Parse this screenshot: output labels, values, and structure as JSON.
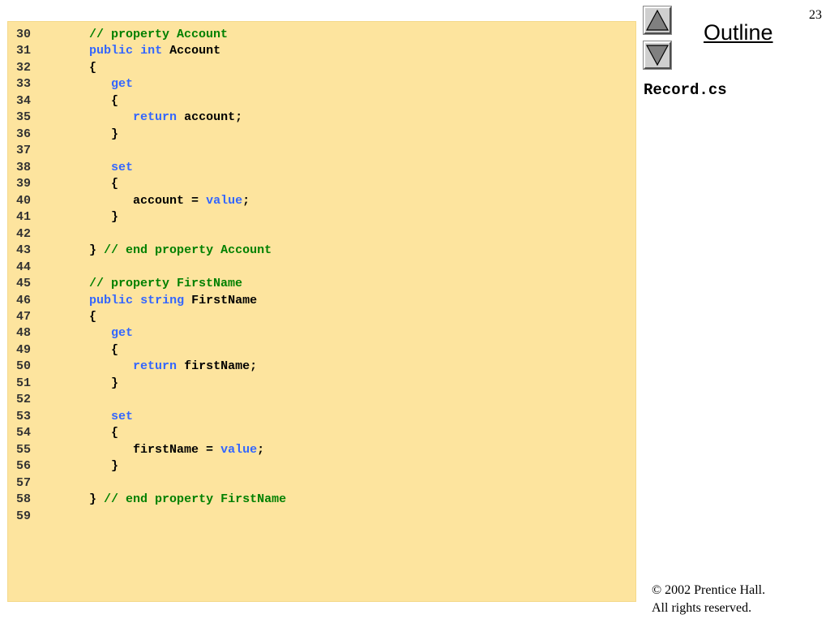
{
  "page_number": "23",
  "outline_label": "Outline",
  "file_name": "Record.cs",
  "copyright": {
    "line1": "© 2002 Prentice Hall.",
    "line2": "All rights reserved."
  },
  "icons": {
    "prev": "triangle-up-icon",
    "next": "triangle-down-icon"
  },
  "colors": {
    "code_background": "#fde49e",
    "keyword": "#3366ff",
    "comment": "#008000",
    "identifier": "#000000",
    "line_number": "#333333"
  },
  "code_lines": [
    {
      "n": "30",
      "indent": 1,
      "tokens": [
        {
          "t": "cm",
          "v": "// property Account"
        }
      ]
    },
    {
      "n": "31",
      "indent": 1,
      "tokens": [
        {
          "t": "kw",
          "v": "public"
        },
        {
          "t": "id",
          "v": " "
        },
        {
          "t": "kw",
          "v": "int"
        },
        {
          "t": "id",
          "v": " Account"
        }
      ]
    },
    {
      "n": "32",
      "indent": 1,
      "tokens": [
        {
          "t": "id",
          "v": "{"
        }
      ]
    },
    {
      "n": "33",
      "indent": 2,
      "tokens": [
        {
          "t": "kw",
          "v": "get"
        }
      ]
    },
    {
      "n": "34",
      "indent": 2,
      "tokens": [
        {
          "t": "id",
          "v": "{"
        }
      ]
    },
    {
      "n": "35",
      "indent": 3,
      "tokens": [
        {
          "t": "kw",
          "v": "return"
        },
        {
          "t": "id",
          "v": " account;"
        }
      ]
    },
    {
      "n": "36",
      "indent": 2,
      "tokens": [
        {
          "t": "id",
          "v": "}"
        }
      ]
    },
    {
      "n": "37",
      "indent": 0,
      "tokens": []
    },
    {
      "n": "38",
      "indent": 2,
      "tokens": [
        {
          "t": "kw",
          "v": "set"
        }
      ]
    },
    {
      "n": "39",
      "indent": 2,
      "tokens": [
        {
          "t": "id",
          "v": "{"
        }
      ]
    },
    {
      "n": "40",
      "indent": 3,
      "tokens": [
        {
          "t": "id",
          "v": "account = "
        },
        {
          "t": "kw",
          "v": "value"
        },
        {
          "t": "id",
          "v": ";"
        }
      ]
    },
    {
      "n": "41",
      "indent": 2,
      "tokens": [
        {
          "t": "id",
          "v": "}"
        }
      ]
    },
    {
      "n": "42",
      "indent": 0,
      "tokens": []
    },
    {
      "n": "43",
      "indent": 1,
      "tokens": [
        {
          "t": "id",
          "v": "} "
        },
        {
          "t": "cm",
          "v": "// end property Account"
        }
      ]
    },
    {
      "n": "44",
      "indent": 0,
      "tokens": []
    },
    {
      "n": "45",
      "indent": 1,
      "tokens": [
        {
          "t": "cm",
          "v": "// property FirstName"
        }
      ]
    },
    {
      "n": "46",
      "indent": 1,
      "tokens": [
        {
          "t": "kw",
          "v": "public"
        },
        {
          "t": "id",
          "v": " "
        },
        {
          "t": "kw",
          "v": "string"
        },
        {
          "t": "id",
          "v": " FirstName"
        }
      ]
    },
    {
      "n": "47",
      "indent": 1,
      "tokens": [
        {
          "t": "id",
          "v": "{"
        }
      ]
    },
    {
      "n": "48",
      "indent": 2,
      "tokens": [
        {
          "t": "kw",
          "v": "get"
        }
      ]
    },
    {
      "n": "49",
      "indent": 2,
      "tokens": [
        {
          "t": "id",
          "v": "{"
        }
      ]
    },
    {
      "n": "50",
      "indent": 3,
      "tokens": [
        {
          "t": "kw",
          "v": "return"
        },
        {
          "t": "id",
          "v": " firstName;"
        }
      ]
    },
    {
      "n": "51",
      "indent": 2,
      "tokens": [
        {
          "t": "id",
          "v": "}"
        }
      ]
    },
    {
      "n": "52",
      "indent": 0,
      "tokens": []
    },
    {
      "n": "53",
      "indent": 2,
      "tokens": [
        {
          "t": "kw",
          "v": "set"
        }
      ]
    },
    {
      "n": "54",
      "indent": 2,
      "tokens": [
        {
          "t": "id",
          "v": "{"
        }
      ]
    },
    {
      "n": "55",
      "indent": 3,
      "tokens": [
        {
          "t": "id",
          "v": "firstName = "
        },
        {
          "t": "kw",
          "v": "value"
        },
        {
          "t": "id",
          "v": ";"
        }
      ]
    },
    {
      "n": "56",
      "indent": 2,
      "tokens": [
        {
          "t": "id",
          "v": "}"
        }
      ]
    },
    {
      "n": "57",
      "indent": 0,
      "tokens": []
    },
    {
      "n": "58",
      "indent": 1,
      "tokens": [
        {
          "t": "id",
          "v": "} "
        },
        {
          "t": "cm",
          "v": "// end property FirstName"
        }
      ]
    },
    {
      "n": "59",
      "indent": 0,
      "tokens": []
    }
  ]
}
